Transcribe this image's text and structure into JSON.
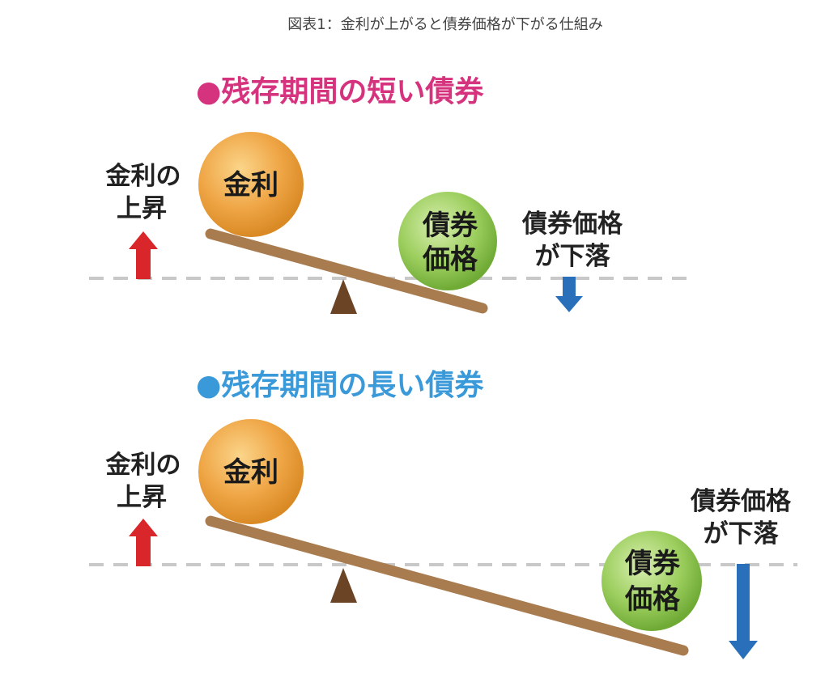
{
  "title": "図表1：金利が上がると債券価格が下がる仕組み",
  "colors": {
    "short_heading": "#d6337f",
    "long_heading": "#3a9ad9",
    "rate_ball": "#efa545",
    "bond_ball": "#9cce5e",
    "beam": "#a97c50",
    "fulcrum": "#6b4425",
    "up_arrow": "#d9262a",
    "down_arrow": "#2a6fba",
    "dash": "#c8c8c8"
  },
  "sections": [
    {
      "heading": "●残存期間の短い債券",
      "rate_label_1": "金利の",
      "rate_label_2": "上昇",
      "rate_ball": "金利",
      "bond_ball_1": "債券",
      "bond_ball_2": "価格",
      "bond_label_1": "債券価格",
      "bond_label_2": "が下落"
    },
    {
      "heading": "●残存期間の長い債券",
      "rate_label_1": "金利の",
      "rate_label_2": "上昇",
      "rate_ball": "金利",
      "bond_ball_1": "債券",
      "bond_ball_2": "価格",
      "bond_label_1": "債券価格",
      "bond_label_2": "が下落"
    }
  ]
}
